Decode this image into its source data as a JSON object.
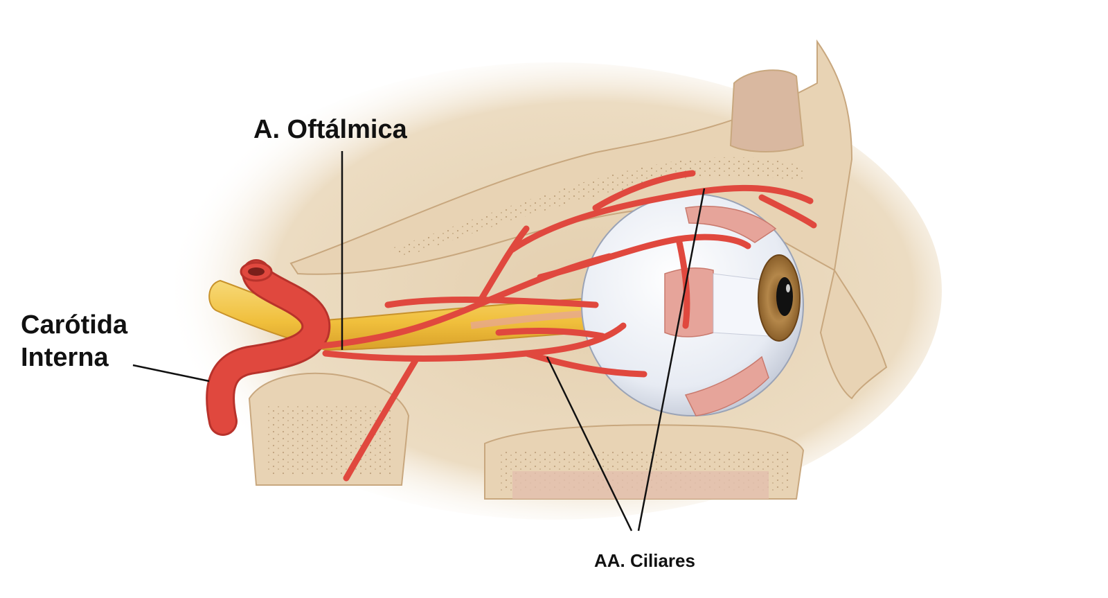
{
  "labels": {
    "ophthalmic_artery": "A. Oftálmica",
    "internal_carotid_line1": "Carótida",
    "internal_carotid_line2": "Interna",
    "ciliary_arteries": "AA. Ciliares"
  },
  "colors": {
    "bone": "#e8d3b4",
    "bone_edge": "#c8a77e",
    "marrow": "#dcc19c",
    "artery": "#e0483e",
    "artery_dark": "#b8322b",
    "nerve": "#f2c64c",
    "eyeball": "#eef1f7",
    "muscle": "#e6a49a",
    "iris": "#a87a3e",
    "leader_line": "#111111"
  }
}
